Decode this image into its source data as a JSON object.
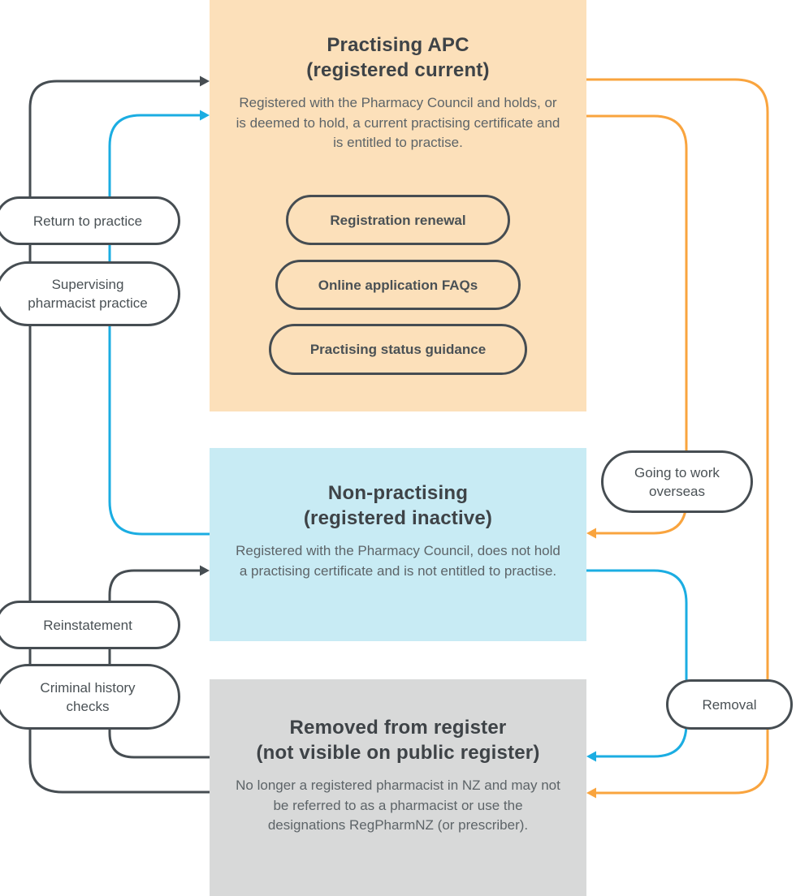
{
  "colors": {
    "peach": "#FCE0BA",
    "lightblue": "#C8EBF4",
    "graybox": "#D8D9D9",
    "dark": "#464D52",
    "blue": "#1BADE2",
    "orange": "#F9A43E",
    "title-text": "#3E4347",
    "body-text": "#5D6468",
    "pill-text": "#4A5155"
  },
  "boxes": {
    "practising": {
      "title1": "Practising APC",
      "title2": "(registered current)",
      "description": "Registered with the Pharmacy Council and holds, or is deemed to hold, a current practising certificate and is entitled to practise.",
      "links": [
        "Registration renewal",
        "Online application FAQs",
        "Practising status guidance"
      ]
    },
    "non_practising": {
      "title1": "Non-practising",
      "title2": "(registered inactive)",
      "description": "Registered with the Pharmacy Council, does not hold a practising certificate and is not entitled to practise."
    },
    "removed": {
      "title1": "Removed from register",
      "title2": "(not visible on public register)",
      "description": "No longer a registered pharmacist in NZ and may not be referred to as a pharmacist or use the designations RegPharmNZ (or prescriber)."
    }
  },
  "side_labels": {
    "return_to_practice": {
      "lines": [
        "Return to practice"
      ]
    },
    "supervising": {
      "lines": [
        "Supervising",
        "pharmacist practice"
      ]
    },
    "reinstatement": {
      "lines": [
        "Reinstatement"
      ]
    },
    "criminal_history": {
      "lines": [
        "Criminal history",
        "checks"
      ]
    },
    "overseas": {
      "lines": [
        "Going to work",
        "overseas"
      ]
    },
    "removal": {
      "lines": [
        "Removal"
      ]
    }
  }
}
